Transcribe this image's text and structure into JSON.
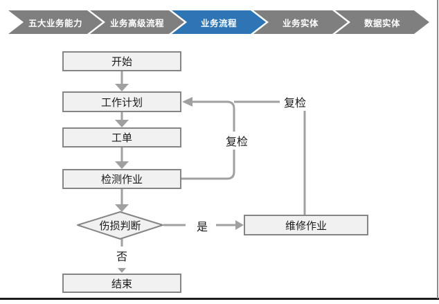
{
  "breadcrumb": {
    "items": [
      {
        "label": "五大业务能力",
        "active": false
      },
      {
        "label": "业务高级流程",
        "active": false
      },
      {
        "label": "业务流程",
        "active": true
      },
      {
        "label": "业务实体",
        "active": false
      },
      {
        "label": "数据实体",
        "active": false
      }
    ]
  },
  "flowchart": {
    "nodes": {
      "start": {
        "label": "开始",
        "type": "process"
      },
      "work_plan": {
        "label": "工作计划",
        "type": "process"
      },
      "work_order": {
        "label": "工单",
        "type": "process"
      },
      "inspection": {
        "label": "检测作业",
        "type": "process"
      },
      "damage_decision": {
        "label": "伤损判断",
        "type": "decision"
      },
      "end": {
        "label": "结束",
        "type": "process"
      },
      "repair": {
        "label": "维修作业",
        "type": "process"
      }
    },
    "edge_labels": {
      "yes": "是",
      "no": "否",
      "recheck_inner": "复检",
      "recheck_outer": "复检"
    },
    "colors": {
      "accent_blue": "#2e75b6",
      "chevron_gray": "#7f7f7f",
      "node_fill": "#f1f1f1",
      "node_border": "#858585",
      "connector": "#a0a0a0",
      "frame_bottom": "#1c1c1c"
    }
  }
}
